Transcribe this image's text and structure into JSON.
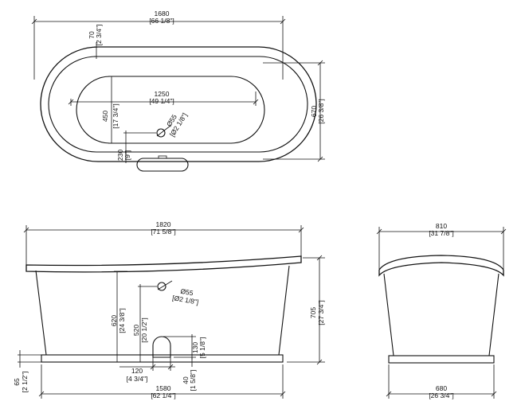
{
  "plan": {
    "length": {
      "mm": "1680",
      "in": "[66 1/8\"]"
    },
    "rim": {
      "mm": "70",
      "in": "[2 3/4\"]"
    },
    "inner_length": {
      "mm": "1250",
      "in": "[49 1/4\"]"
    },
    "inner_width": {
      "mm": "450",
      "in": "[17 3/4\"]"
    },
    "width": {
      "mm": "670",
      "in": "[26 3/8\"]"
    },
    "waste": {
      "mm": "Ø55",
      "in": "[Ø2 1/8\"]"
    },
    "waste_offset": {
      "mm": "230",
      "in": "[9\"]"
    }
  },
  "front": {
    "length": {
      "mm": "1820",
      "in": "[71 5/8\"]"
    },
    "height": {
      "mm": "705",
      "in": "[27 3/4\"]"
    },
    "overflow_height": {
      "mm": "620",
      "in": "[24 3/8\"]"
    },
    "waste_height": {
      "mm": "520",
      "in": "[20 1/2\"]"
    },
    "waste": {
      "mm": "Ø55",
      "in": "[Ø2 1/8\"]"
    },
    "plinth_height": {
      "mm": "65",
      "in": "[2 1/2\"]"
    },
    "pipe_width": {
      "mm": "120",
      "in": "[4 3/4\"]"
    },
    "pipe_height": {
      "mm": "130",
      "in": "[5 1/8\"]"
    },
    "pipe_clearance": {
      "mm": "40",
      "in": "[1 5/8\"]"
    },
    "base_length": {
      "mm": "1580",
      "in": "[62 1/4\"]"
    }
  },
  "side": {
    "width": {
      "mm": "810",
      "in": "[31 7/8\"]"
    },
    "base_width": {
      "mm": "680",
      "in": "[26 3/4\"]"
    }
  }
}
